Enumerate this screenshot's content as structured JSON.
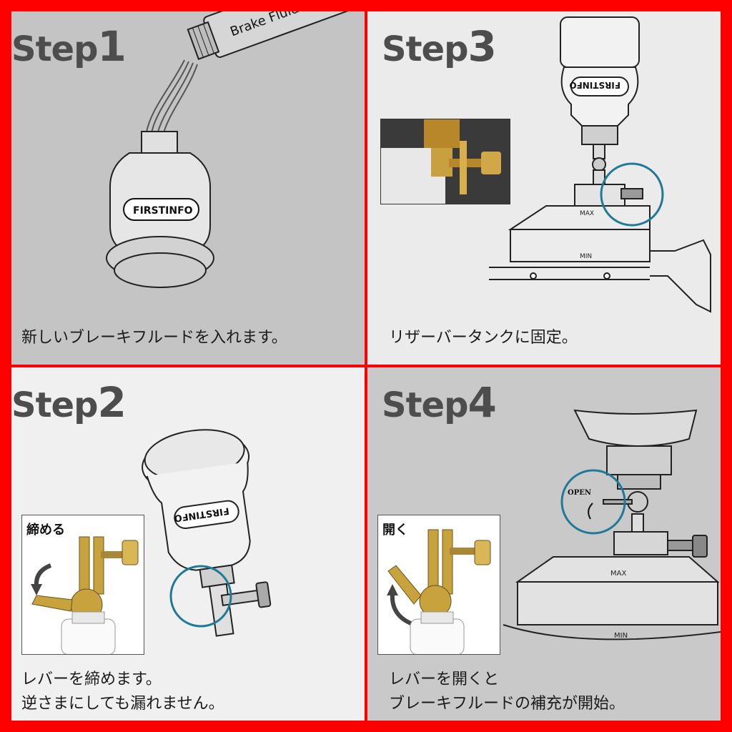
{
  "colors": {
    "frame": "#ff0000",
    "highlight": "#1f7a96",
    "brass": "#c8a23c"
  },
  "steps": [
    {
      "word": "Step",
      "num": "1",
      "caption": [
        "新しいブレーキフルードを入れます。"
      ],
      "bottle_label": "Brake Fluid",
      "brand": "FIRSTINFO"
    },
    {
      "word": "Step",
      "num": "2",
      "caption": [
        "レバーを締めます。",
        "逆さまにしても漏れません。"
      ],
      "inset_label": "締める",
      "brand": "FIRSTINFO"
    },
    {
      "word": "Step",
      "num": "3",
      "caption": [
        "リザーバータンクに固定。"
      ],
      "brand": "FIRSTINFO",
      "max_label": "MAX",
      "min_label": "MIN"
    },
    {
      "word": "Step",
      "num": "4",
      "caption": [
        "レバーを開くと",
        "ブレーキフルードの補充が開始。"
      ],
      "inset_label": "開く",
      "open_label": "OPEN",
      "max_label": "MAX",
      "min_label": "MIN"
    }
  ]
}
